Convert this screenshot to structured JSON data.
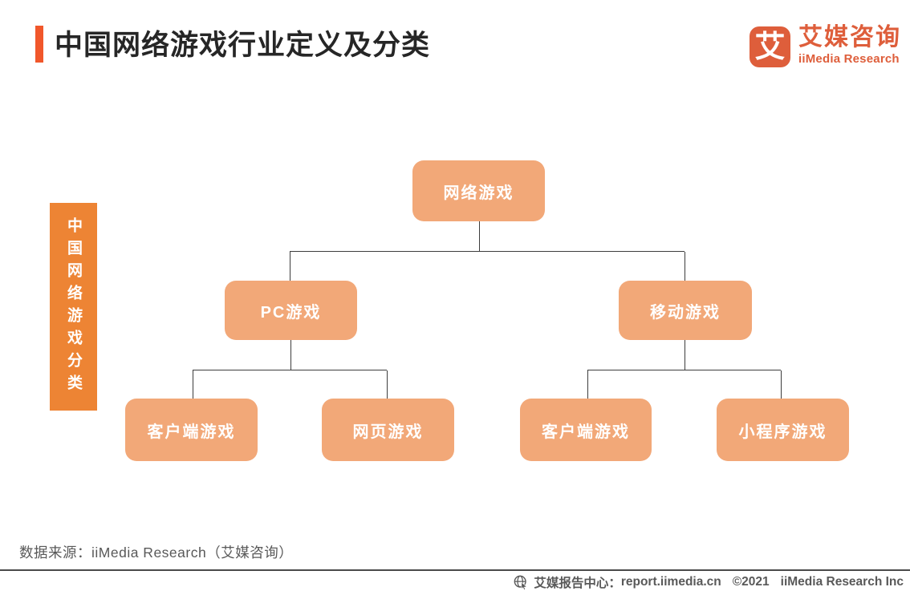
{
  "header": {
    "title": "中国网络游戏行业定义及分类",
    "logo": {
      "glyph": "艾",
      "name_cn": "艾媒咨询",
      "name_en": "iiMedia Research"
    }
  },
  "side_banner": {
    "label": "中国网络游戏分类"
  },
  "diagram": {
    "type": "tree",
    "root": {
      "label": "网络游戏"
    },
    "level2": [
      {
        "label": "PC游戏",
        "children": [
          "客户端游戏",
          "网页游戏"
        ]
      },
      {
        "label": "移动游戏",
        "children": [
          "客户端游戏",
          "小程序游戏"
        ]
      }
    ],
    "level3": [
      {
        "label": "客户端游戏"
      },
      {
        "label": "网页游戏"
      },
      {
        "label": "客户端游戏"
      },
      {
        "label": "小程序游戏"
      }
    ]
  },
  "source": {
    "label": "数据来源：iiMedia Research（艾媒咨询）"
  },
  "footer": {
    "site_label": "艾媒报告中心：",
    "url": "report.iimedia.cn",
    "copyright": "©2021",
    "company": "iiMedia Research Inc"
  },
  "colors": {
    "accent_bar": "#F1572B",
    "node_fill": "#F2A878",
    "banner_fill": "#ED8434",
    "logo_orange": "#DE5E3B",
    "connector": "#3d3d3d",
    "footer_gray": "#595959"
  }
}
